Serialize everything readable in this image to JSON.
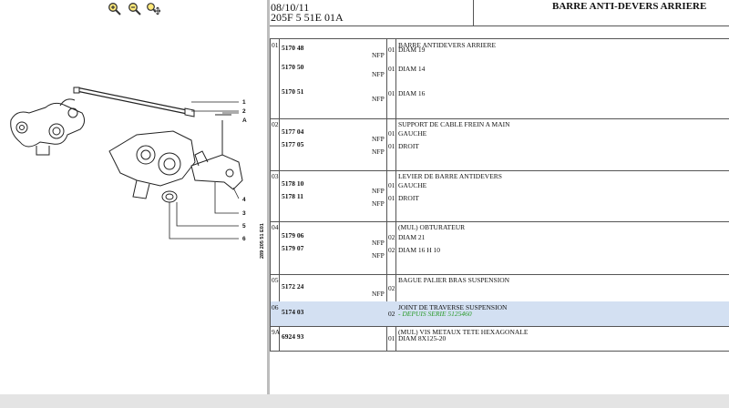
{
  "header": {
    "date": "08/10/11",
    "model": "205F 5 51E 01A",
    "title": "BARRE ANTI-DEVERS ARRIERE"
  },
  "toolbar": {
    "icons": [
      "zoom-in-icon",
      "zoom-out-icon",
      "zoom-pan-icon"
    ]
  },
  "diagram": {
    "callouts": [
      "1",
      "2",
      "A",
      "4",
      "3",
      "5",
      "6"
    ],
    "ref_code": "289 205 51 E01"
  },
  "groups": [
    {
      "group": "01",
      "title": "BARRE ANTIDEVERS ARRIERE",
      "lines": [
        {
          "part": "5170 48",
          "nfp": "NFP",
          "qty": "01",
          "desc": "DIAM 19"
        },
        {
          "part": "5170 50",
          "nfp": "NFP",
          "qty": "01",
          "desc": "DIAM 14"
        },
        {
          "part": "5170 51",
          "nfp": "NFP",
          "qty": "01",
          "desc": "DIAM 16"
        }
      ]
    },
    {
      "group": "02",
      "title": "SUPPORT DE CABLE FREIN A MAIN",
      "lines": [
        {
          "part": "5177 04",
          "nfp": "NFP",
          "qty": "01",
          "desc": "GAUCHE"
        },
        {
          "part": "5177 05",
          "nfp": "NFP",
          "qty": "01",
          "desc": "DROIT"
        }
      ]
    },
    {
      "group": "03",
      "title": "LEVIER DE BARRE ANTIDEVERS",
      "lines": [
        {
          "part": "5178 10",
          "nfp": "NFP",
          "qty": "01",
          "desc": "GAUCHE"
        },
        {
          "part": "5178 11",
          "nfp": "NFP",
          "qty": "01",
          "desc": "DROIT"
        }
      ]
    },
    {
      "group": "04",
      "title": "(MUL) OBTURATEUR",
      "lines": [
        {
          "part": "5179 06",
          "nfp": "NFP",
          "qty": "02",
          "desc": "DIAM 21"
        },
        {
          "part": "5179 07",
          "nfp": "NFP",
          "qty": "02",
          "desc": "DIAM 16 H 10"
        }
      ]
    },
    {
      "group": "05",
      "title": "BAGUE PALIER BRAS SUSPENSION",
      "lines": [
        {
          "part": "5172 24",
          "nfp": "NFP",
          "qty": "02",
          "desc": ""
        }
      ]
    },
    {
      "group": "06",
      "title": "JOINT DE TRAVERSE SUSPENSION",
      "highlight": true,
      "lines": [
        {
          "part": "5174 03",
          "nfp": "",
          "qty": "02",
          "desc": "- DEPUIS SERIE 5125460",
          "desc_style": "green"
        }
      ]
    },
    {
      "group": "9A",
      "title": "(MUL) VIS METAUX TETE HEXAGONALE",
      "lines": [
        {
          "part": "6924 93",
          "nfp": "",
          "qty": "01",
          "desc": "DIAM 8X125-20"
        }
      ]
    }
  ],
  "colors": {
    "highlight_row": "#d3e0f2",
    "green_text": "#2a9a2a",
    "divider": "#bdbdbd"
  }
}
